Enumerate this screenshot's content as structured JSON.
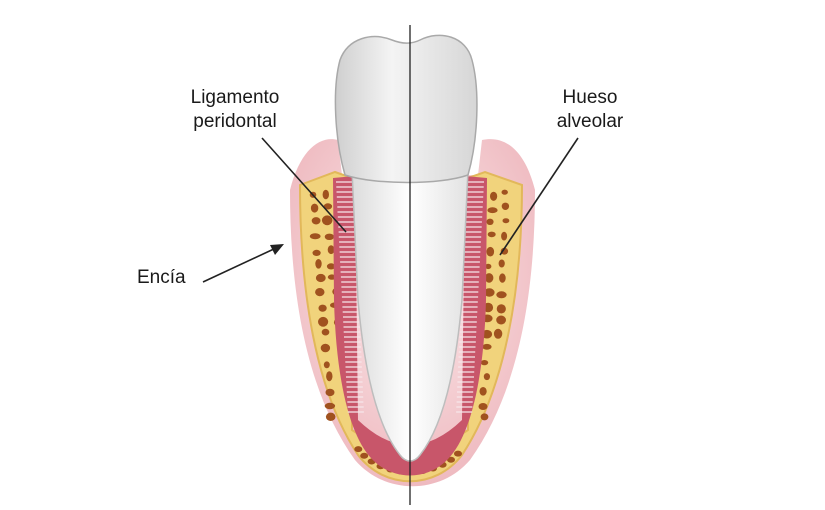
{
  "labels": {
    "ligamento": {
      "line1": "Ligamento",
      "line2": "peridontal"
    },
    "hueso": {
      "line1": "Hueso",
      "line2": "alveolar"
    },
    "encia": "Encía"
  },
  "colors": {
    "gum": "#e9a3ab",
    "gum_light": "#f6d3d6",
    "bone": "#f1d37c",
    "bone_cell": "#a0521f",
    "ligament": "#c8566a",
    "ligament_fiber": "#f6e6ea",
    "crown": "#e8e8e8",
    "root": "#f3f3f3",
    "line": "#222222"
  }
}
